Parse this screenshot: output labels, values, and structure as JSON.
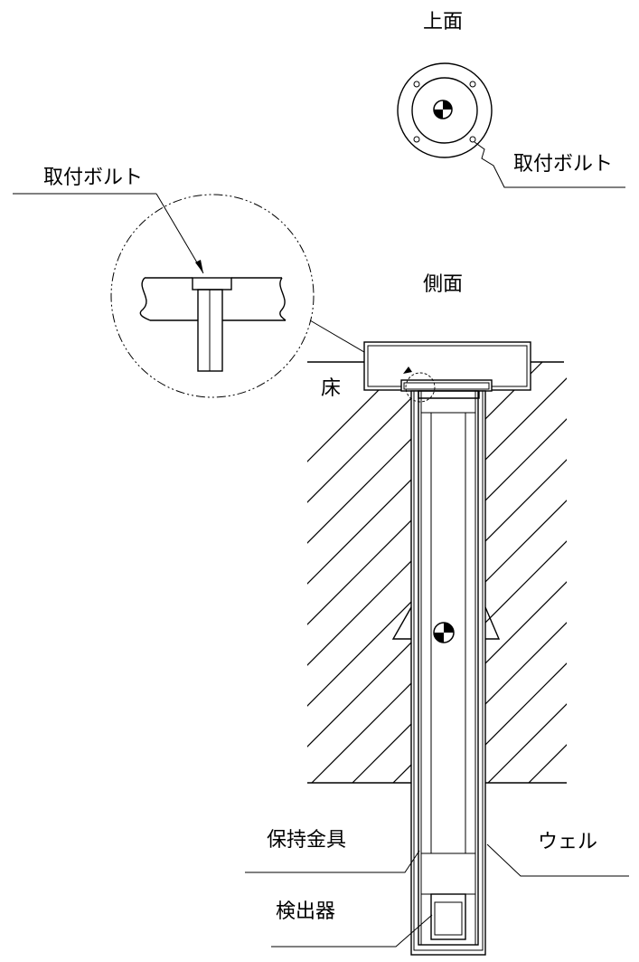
{
  "labels": {
    "top_view": "上面",
    "side_view": "側面",
    "mounting_bolt_top": "取付ボルト",
    "mounting_bolt_detail": "取付ボルト",
    "floor": "床",
    "holder": "保持金具",
    "well": "ウェル",
    "detector": "検出器"
  },
  "colors": {
    "line": "#000000",
    "background": "#ffffff"
  },
  "icons": {
    "center_of_gravity": "center-of-gravity-icon"
  }
}
